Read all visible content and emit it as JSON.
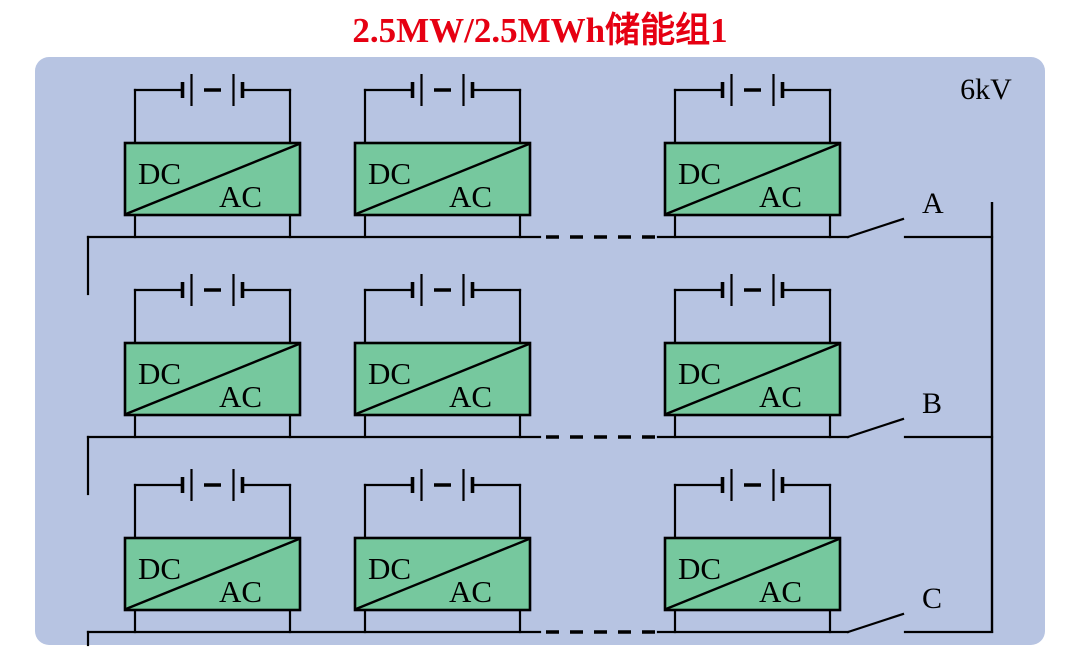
{
  "title": "2.5MW/2.5MWh储能组1",
  "bus_voltage": "6kV",
  "converter": {
    "dc": "DC",
    "ac": "AC"
  },
  "phases": [
    "A",
    "B",
    "C"
  ],
  "colors": {
    "title_red": "#e60012",
    "panel_blue": "#b7c4e2",
    "converter_green": "#76c89e",
    "wire_black": "#000000"
  }
}
